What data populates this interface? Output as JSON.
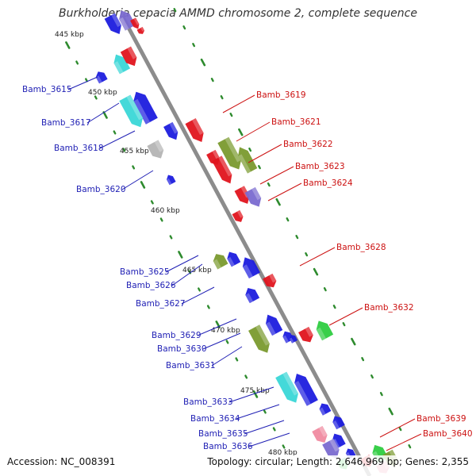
{
  "title": "Burkholderia cepacia AMMD chromosome 2, complete sequence",
  "footer": {
    "accession": "Accession: NC_008391",
    "stats": "Topology: circular; Length: 2,646,969 bp; Genes: 2,355"
  },
  "colors": {
    "backbone": "#8c8c8c",
    "tick_dots": "#2e8b2e",
    "label_left": "#1f1fb4",
    "label_right": "#cc1111",
    "red": "#e0141e",
    "blue": "#1c1cde",
    "cyan": "#3ad7d7",
    "olive": "#7a9a2e",
    "green": "#2ecc40",
    "gray": "#b4b4b4",
    "purple": "#7a6ad0",
    "pink": "#f08aa0"
  },
  "scale_labels": [
    "445 kbp",
    "450 kbp",
    "455 kbp",
    "460 kbp",
    "465 kbp",
    "470 kbp",
    "475 kbp",
    "480 kbp"
  ],
  "left_genes": [
    "Bamb_3615",
    "Bamb_3617",
    "Bamb_3618",
    "Bamb_3620",
    "Bamb_3625",
    "Bamb_3626",
    "Bamb_3627",
    "Bamb_3629",
    "Bamb_3630",
    "Bamb_3631",
    "Bamb_3633",
    "Bamb_3634",
    "Bamb_3635",
    "Bamb_3636"
  ],
  "right_genes": [
    "Bamb_3619",
    "Bamb_3621",
    "Bamb_3622",
    "Bamb_3623",
    "Bamb_3624",
    "Bamb_3628",
    "Bamb_3632",
    "Bamb_3639",
    "Bamb_3640"
  ]
}
